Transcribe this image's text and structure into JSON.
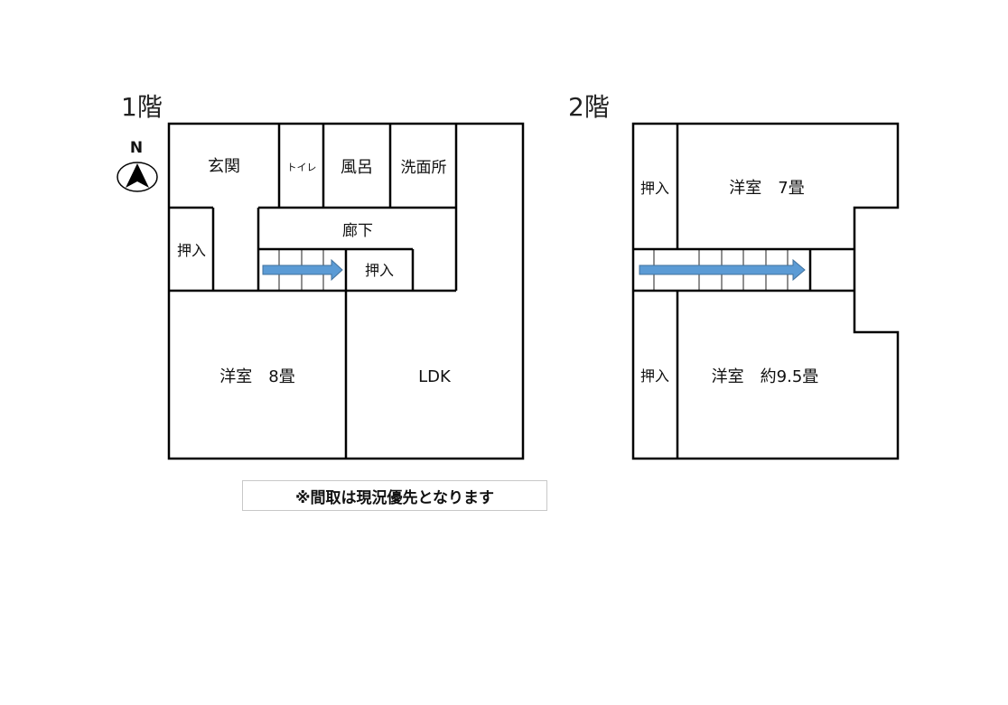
{
  "floor1": {
    "title": "1階",
    "compass_label": "N",
    "rooms": {
      "genkan": "玄関",
      "toilet": "トイレ",
      "bath": "風呂",
      "washroom": "洗面所",
      "closet_left": "押入",
      "hallway": "廊下",
      "closet_stair": "押入",
      "western_room": "洋室　8畳",
      "ldk": "LDK"
    }
  },
  "floor2": {
    "title": "2階",
    "rooms": {
      "closet_top": "押入",
      "western_room_top": "洋室　7畳",
      "closet_bottom": "押入",
      "western_room_bottom": "洋室　約9.5畳"
    }
  },
  "note": "※間取は現況優先となります",
  "colors": {
    "stair_arrow": "#5b9bd5",
    "stair_arrow_outline": "#41719c",
    "wall": "#000000"
  },
  "icons": [
    "compass-icon",
    "stair-arrow-icon"
  ]
}
